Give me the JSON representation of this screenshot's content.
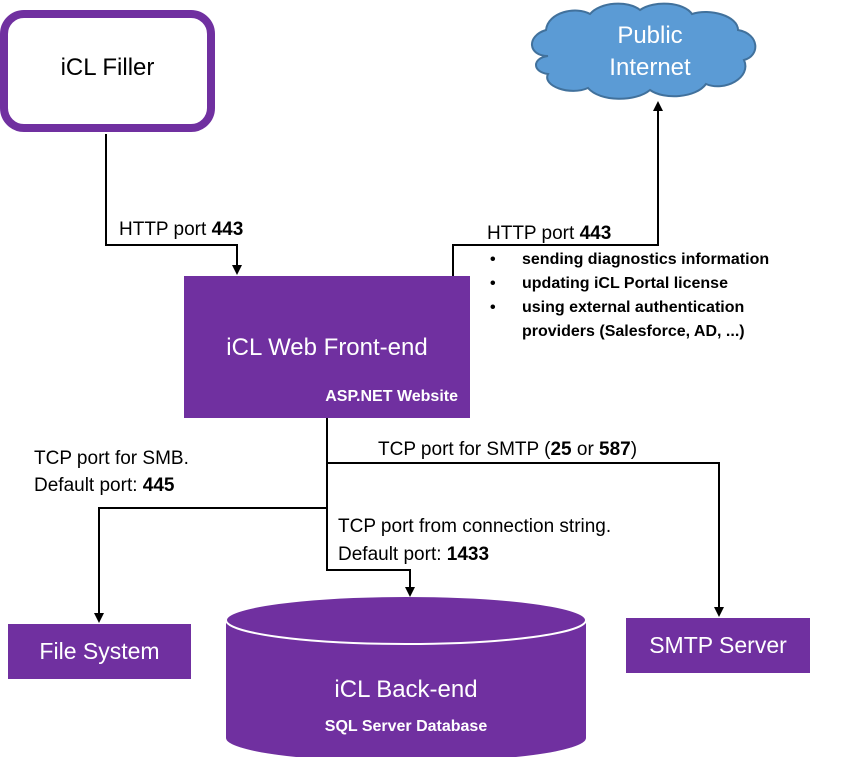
{
  "nodes": {
    "filler": {
      "title": "iCL Filler"
    },
    "internet": {
      "title_line1": "Public",
      "title_line2": "Internet"
    },
    "frontend": {
      "title": "iCL Web Front-end",
      "subtitle": "ASP.NET Website"
    },
    "filesystem": {
      "title": "File System"
    },
    "backend": {
      "title": "iCL Back-end",
      "subtitle": "SQL Server Database"
    },
    "smtp": {
      "title": "SMTP Server"
    }
  },
  "edges": {
    "filler_frontend": {
      "prefix": "HTTP port ",
      "port": "443"
    },
    "frontend_internet": {
      "prefix": "HTTP port ",
      "port": "443",
      "bullets": [
        "sending diagnostics information",
        "updating iCL Portal license",
        "using external authentication",
        "providers (Salesforce, AD, ...)"
      ],
      "bullet_char": "•"
    },
    "frontend_fs": {
      "line1": "TCP port for SMB.",
      "line2_prefix": "Default port: ",
      "port": "445"
    },
    "frontend_smtp": {
      "prefix": "TCP port for SMTP  (",
      "port1": "25",
      "mid": " or ",
      "port2": "587",
      "suffix": ")"
    },
    "frontend_db": {
      "line1": "TCP port from connection string.",
      "line2_prefix": "Default port: ",
      "port": "1433"
    }
  },
  "colors": {
    "purple": "#7030a0",
    "cloud_fill": "#5b9bd5",
    "cloud_stroke": "#41719c",
    "line": "#000000"
  }
}
